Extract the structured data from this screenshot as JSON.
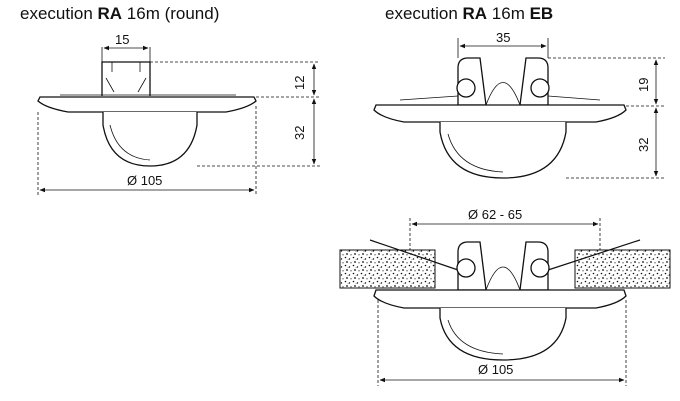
{
  "titles": {
    "left": {
      "prefix": "execution ",
      "bold": "RA",
      "suffix": " 16m (round)"
    },
    "right": {
      "prefix": "execution ",
      "bold": "RA",
      "suffix": " 16m ",
      "bold2": "EB"
    }
  },
  "dimensions": {
    "left": {
      "width_top": "15",
      "height_top": "12",
      "height_dome": "32",
      "diameter": "Ø 105"
    },
    "right_top": {
      "width_top": "35",
      "height_top": "19",
      "height_dome": "32"
    },
    "right_bottom": {
      "cutout": "Ø 62 - 65",
      "diameter": "Ø 105"
    }
  }
}
